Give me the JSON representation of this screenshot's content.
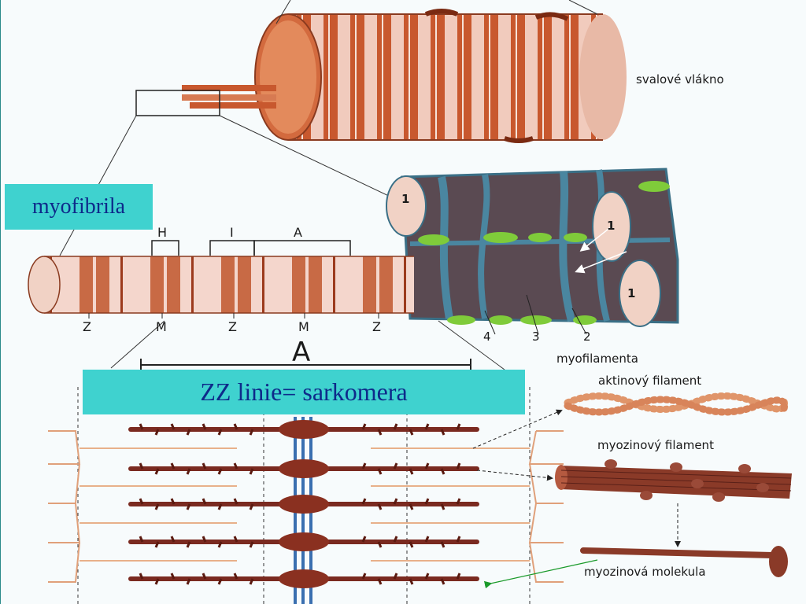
{
  "labels": {
    "svalove_vlakno": "svalové vlákno",
    "myofibrila": "myofibrila",
    "band_h": "H",
    "band_i": "I",
    "band_a": "A",
    "z1": "Z",
    "m1": "M",
    "z2": "Z",
    "m2": "M",
    "z3": "Z",
    "n1a": "1",
    "n1b": "1",
    "n1c": "1",
    "n4": "4",
    "n3": "3",
    "n2": "2",
    "myofilamenta": "myofilamenta",
    "a_big": "A",
    "zz_linie": "ZZ linie= sarkomera",
    "aktinovy": "aktinový filament",
    "myozinovy": "myozinový filament",
    "myozinova_molekula": "myozinová molekula"
  },
  "colors": {
    "accent_box": "#3fd2cf",
    "box_text": "#0e2a8a",
    "muscle": "#c8582e",
    "muscle_light": "#f1cbbd",
    "retic": "#3a6f86",
    "mito": "#7fcb3a"
  }
}
